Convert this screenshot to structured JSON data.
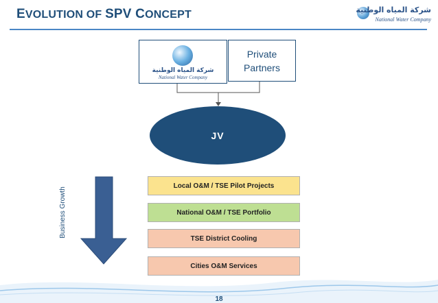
{
  "slide": {
    "title_parts": [
      {
        "text": "E",
        "large": true
      },
      {
        "text": "VOLUTION OF ",
        "large": false
      },
      {
        "text": "SPV C",
        "large": true
      },
      {
        "text": "ONCEPT",
        "large": false
      }
    ],
    "page_number": "18"
  },
  "brand": {
    "arabic_name": "شركة المياه الوطنية",
    "english_name": "National Water Company"
  },
  "diagram": {
    "partner_logo": {
      "arabic_name": "شركة المياه الوطنية",
      "english_name": "National Water Company"
    },
    "private_partners": [
      "Private",
      "Partners"
    ],
    "jv_label": "JV",
    "growth_label": "Business Growth",
    "stages": [
      {
        "label": "Local O&M / TSE Pilot Projects",
        "color": "#fbe38e"
      },
      {
        "label": "National O&M / TSE Portfolio",
        "color": "#bedf93"
      },
      {
        "label": "TSE District Cooling",
        "color": "#f7c8ae"
      },
      {
        "label": "Cities O&M Services",
        "color": "#f7c8ae"
      }
    ],
    "colors": {
      "navy": "#1f4e79",
      "arrow": "#3a5f93"
    }
  }
}
